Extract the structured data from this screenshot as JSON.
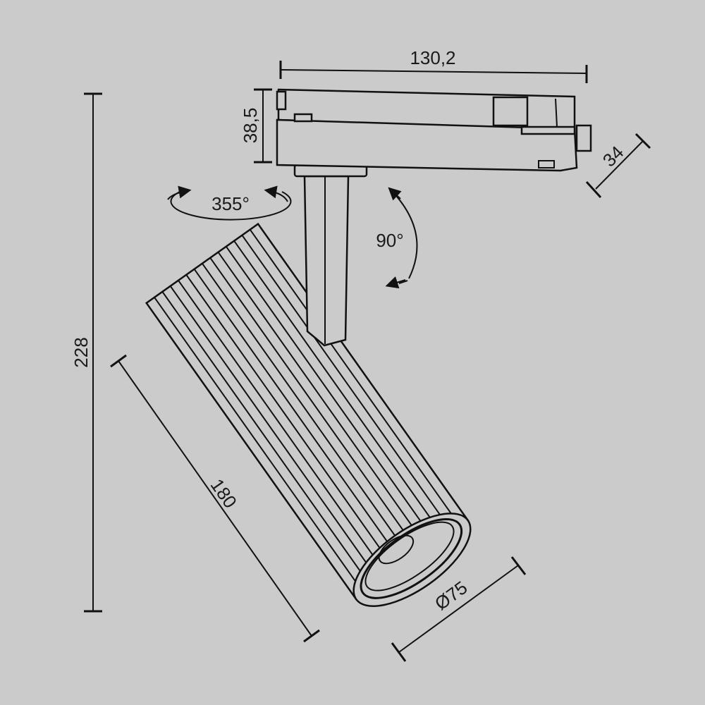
{
  "dimensions": {
    "track_width": "130,2",
    "adapter_height": "38,5",
    "adapter_depth": "34",
    "total_height": "228",
    "body_length": "180",
    "diameter": "Ø75"
  },
  "rotations": {
    "horizontal": "355°",
    "vertical": "90°"
  }
}
